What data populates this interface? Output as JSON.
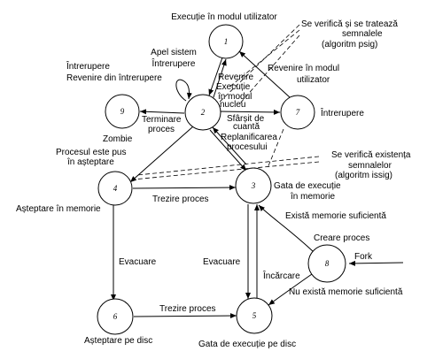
{
  "states": [
    {
      "id": "1",
      "label": "Execuție în modul utilizator"
    },
    {
      "id": "2",
      "label": "Execuție în modul nucleu"
    },
    {
      "id": "3",
      "label": "Gata de execuție în memorie"
    },
    {
      "id": "4",
      "label": "Așteptare în memorie"
    },
    {
      "id": "5",
      "label": "Gata de execuție pe disc"
    },
    {
      "id": "6",
      "label": "Așteptare pe disc"
    },
    {
      "id": "7",
      "label": "Întrerupere"
    },
    {
      "id": "8",
      "label": "Fork"
    },
    {
      "id": "9",
      "label": "Zombie"
    }
  ],
  "labels": {
    "s1_top": "Execuție în modul utilizator",
    "apel_sistem": "Apel sistem",
    "intrerupere_a": "Întrerupere",
    "intrerupere_b": "Întrerupere",
    "revenire_intr": "Revenire din întrerupere",
    "revenire_exec_1": "Revenire",
    "revenire_exec_2": "Execuție",
    "revenire_exec_3": "în modul",
    "revenire_exec_4": "nucleu",
    "revenire_user_1": "Revenire în modul",
    "revenire_user_2": "utilizator",
    "semnale1_1": "Se verifică și se tratează",
    "semnale1_2": "semnalele",
    "semnale1_3": "(algoritm psig)",
    "intrerupere_7": "Întrerupere",
    "terminare_1": "Terminare",
    "terminare_2": "proces",
    "zombie": "Zombie",
    "sfarsit_1": "Sfârșit de",
    "sfarsit_2": "cuantă",
    "replan_1": "Replanificarea",
    "replan_2": "procesului",
    "pus_1": "Procesul este pus",
    "pus_2": "în așteptare",
    "semnale2_1": "Se verifică existența",
    "semnale2_2": "semnalelor",
    "semnale2_3": "(algoritm issig)",
    "trezire_1": "Trezire proces",
    "gata_mem_1": "Gata de execuție",
    "gata_mem_2": "în memorie",
    "asteptare_mem": "Așteptare în memorie",
    "exista_mem": "Există memorie suficientă",
    "creare": "Creare proces",
    "fork": "Fork",
    "evacuare_1": "Evacuare",
    "evacuare_2": "Evacuare",
    "incarcare": "Încărcare",
    "nu_exista": "Nu există memorie suficientă",
    "trezire_2": "Trezire proces",
    "asteptare_disc": "Așteptare pe disc",
    "gata_disc": "Gata de execuție pe disc"
  }
}
